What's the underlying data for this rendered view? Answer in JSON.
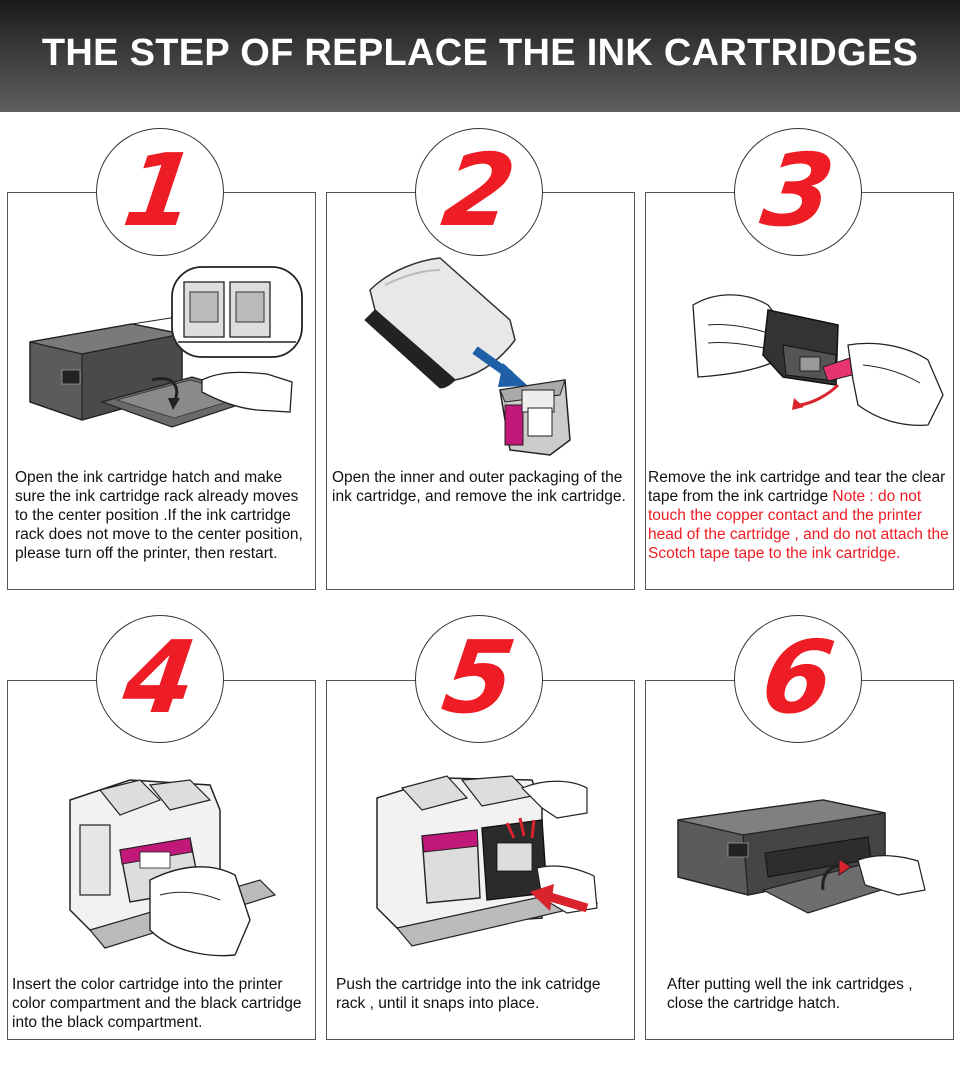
{
  "header": {
    "title": "THE STEP OF REPLACE THE INK CARTRIDGES"
  },
  "steps": [
    {
      "number": "1",
      "text": "Open the ink cartridge hatch and make sure the ink cartridge rack already moves to the center position .If the ink cartridge rack  does not move to the center position, please turn off the printer, then restart."
    },
    {
      "number": "2",
      "text": "Open  the inner and outer packaging of the ink cartridge, and remove the ink cartridge."
    },
    {
      "number": "3",
      "text": "Remove the ink cartridge and tear the clear tape from the ink cartridge ",
      "note": "Note : do not touch the copper contact and the printer head of the cartridge , and do not attach the Scotch tape tape to the ink cartridge."
    },
    {
      "number": "4",
      "text": "Insert the color cartridge into the printer color compartment and the black cartridge into the black compartment."
    },
    {
      "number": "5",
      "text": "Push the cartridge into the ink catridge rack ,  until it snaps into place."
    },
    {
      "number": "6",
      "text": "After putting well  the ink cartridges , close the cartridge hatch."
    }
  ],
  "colors": {
    "accent": "#ee1c24",
    "banner_top": "#1a1a1a",
    "banner_bottom": "#5e5e5e"
  }
}
